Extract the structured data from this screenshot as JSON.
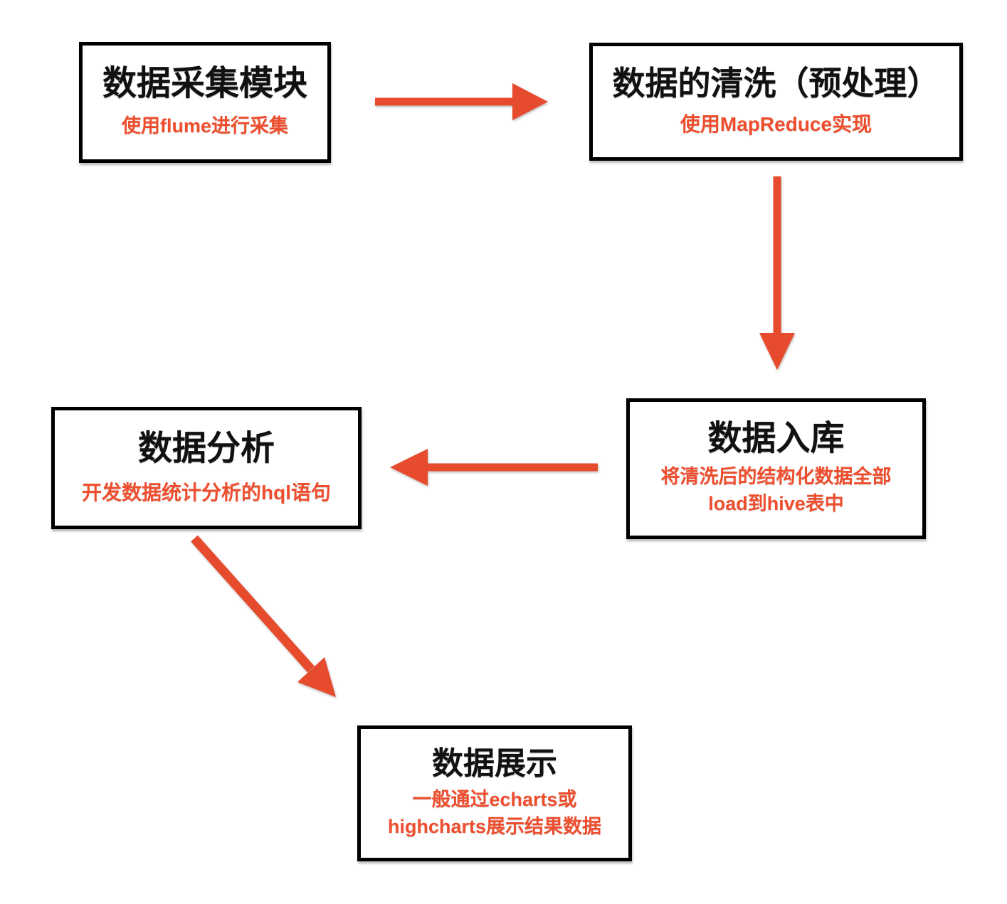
{
  "diagram": {
    "background": "#ffffff",
    "colors": {
      "box_border": "#000000",
      "node_title": "#111111",
      "node_subtitle": "#ee4e2e",
      "arrow": "#e74b2d"
    },
    "nodes": [
      {
        "id": "data-collection",
        "title": "数据采集模块",
        "subtitle": "使用flume进行采集"
      },
      {
        "id": "data-cleaning",
        "title": "数据的清洗（预处理）",
        "subtitle": "使用MapReduce实现"
      },
      {
        "id": "data-load",
        "title": "数据入库",
        "subtitle": "将清洗后的结构化数据全部\nload到hive表中"
      },
      {
        "id": "data-analysis",
        "title": "数据分析",
        "subtitle": "开发数据统计分析的hql语句"
      },
      {
        "id": "data-display",
        "title": "数据展示",
        "subtitle": "一般通过echarts或\nhighcharts展示结果数据"
      }
    ],
    "edges": [
      {
        "from": "data-collection",
        "to": "data-cleaning",
        "direction": "right"
      },
      {
        "from": "data-cleaning",
        "to": "data-load",
        "direction": "down"
      },
      {
        "from": "data-load",
        "to": "data-analysis",
        "direction": "left"
      },
      {
        "from": "data-analysis",
        "to": "data-display",
        "direction": "down-right"
      }
    ]
  }
}
